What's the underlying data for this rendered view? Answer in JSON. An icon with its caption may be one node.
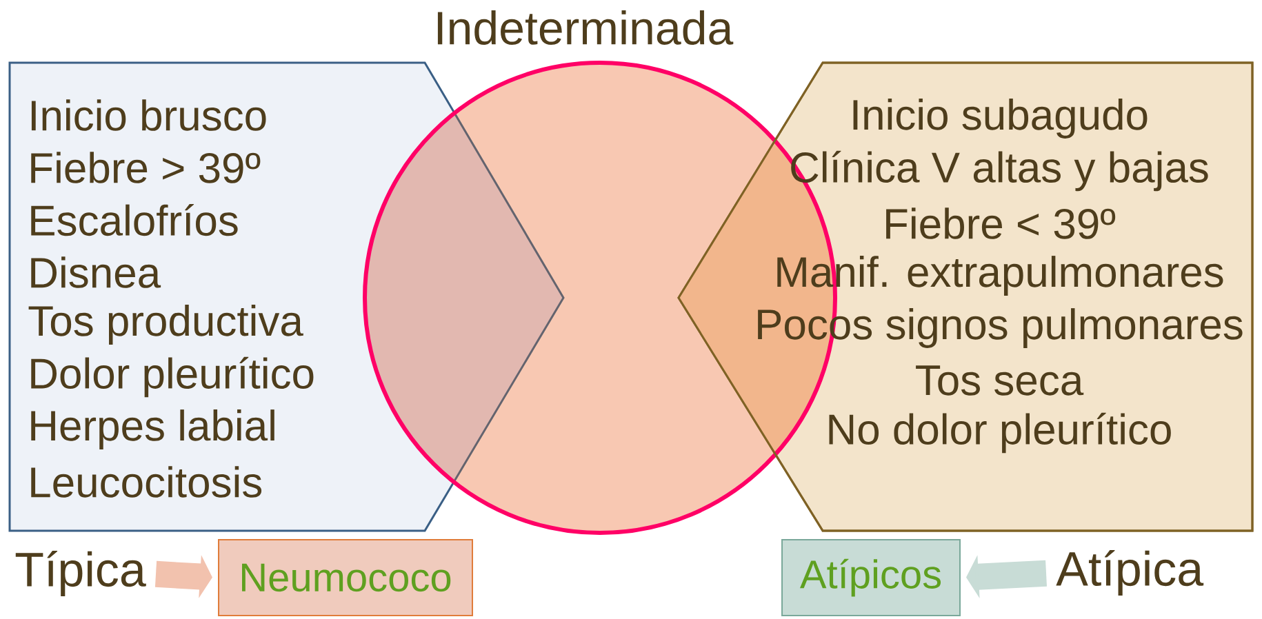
{
  "diagram": {
    "nodes": [
      {
        "text": [
          "Inicio brusco",
          "Fiebre > 39º",
          "Escalofríos",
          "Disnea",
          "Tos productiva",
          "Dolor pleurítico",
          "Herpes labial",
          "Leucocitosis"
        ]
      },
      {
        "text": [
          "Indeterminada"
        ]
      },
      {
        "text": [
          "Inicio subagudo",
          "Clínica V altas y bajas",
          "Fiebre < 39º",
          "Manif. extrapulmonares",
          "Pocos signos pulmonares",
          "Tos seca",
          "No dolor pleurítico"
        ]
      },
      {
        "text": [
          "Típica"
        ]
      },
      {
        "text": [
          "Neumococo"
        ]
      },
      {
        "text": [
          "Atípicos"
        ]
      },
      {
        "text": [
          "Atípica"
        ]
      }
    ],
    "edges": [
      {
        "from": 3,
        "to": 4,
        "arrow": "to",
        "color": "#f2c2ae"
      },
      {
        "from": 6,
        "to": 5,
        "arrow": "to",
        "color": "#c8dcd6"
      }
    ]
  }
}
